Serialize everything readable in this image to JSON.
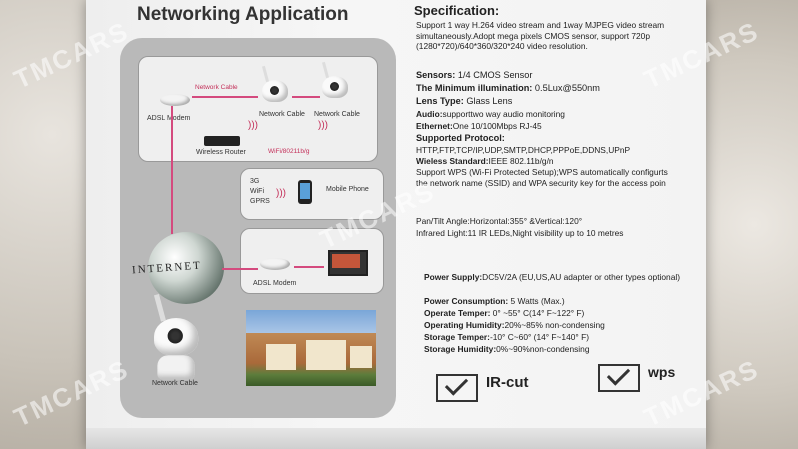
{
  "left": {
    "title": "Networking Application",
    "labels": {
      "network_cable_top": "Network Cable",
      "adsl_modem_top": "ADSL Modem",
      "network_cable_cam1": "Network Cable",
      "network_cable_cam2": "Network Cable",
      "wireless_router": "Wireless Router",
      "wifi": "WiFi/80211b/g",
      "g3": "3G",
      "wifi2": "WiFi",
      "gprs": "GPRS",
      "mobile_phone": "Mobile Phone",
      "internet": "INTERNET",
      "adsl_modem_bottom": "ADSL Modem",
      "network_cable_bottom": "Network Cable"
    }
  },
  "spec": {
    "title": "Specification:",
    "intro": "Support  1 way  H.264 video stream and 1way MJPEG video stream simultaneously.Adopt mega pixels CMOS sensor, support 720p (1280*720)/640*360/320*240 video resolution.",
    "sensors_label": "Sensors:",
    "sensors_value": " 1/4 CMOS Sensor",
    "illum_label": "The Minimum illumination:",
    "illum_value": " 0.5Lux@550nm",
    "lens_label": "Lens Type:",
    "lens_value": " Glass Lens",
    "audio_label": "Audio:",
    "audio_value": "supporttwo way audio monitoring",
    "ethernet_label": "Ethernet:",
    "ethernet_value": "One 10/100Mbps RJ-45",
    "protocol_label": "Supported Protocol:",
    "protocol_value": "HTTP,FTP,TCP/IP,UDP,SMTP,DHCP,PPPoE,DDNS,UPnP",
    "wireless_label": "Wieless Standard:",
    "wireless_value": "IEEE 802.11b/g/n",
    "wps": "Support WPS (Wi-Fi Protected Setup);WPS automatically configurts the network name (SSID) and WPA security key for the access poin",
    "pantilt": "Pan/Tilt Angle:Horizontal:355°  &Vertical:120°",
    "infrared": "Infrared Light:11 IR LEDs,Night visibility up to 10 metres",
    "power_supply_label": "Power Supply:",
    "power_supply_value": "DC5V/2A (EU,US,AU adapter or other types optional)",
    "power_consumption_label": "Power Consumption:",
    "power_consumption_value": " 5  Watts (Max.)",
    "operate_temp_label": "Operate Temper:",
    "operate_temp_value": " 0° ~55°  C(14°  F~122°  F)",
    "operating_humidity_label": "Operating Humidity:",
    "operating_humidity_value": "20%~85% non-condensing",
    "storage_temp_label": "Storage Temper:",
    "storage_temp_value": "-10° C~60°  (14°  F~140°  F)",
    "storage_humidity_label": "Storage Humidity:",
    "storage_humidity_value": "0%~90%non-condensing"
  },
  "features": {
    "ircut": "IR-cut",
    "wps": "wps"
  },
  "watermark": "TMCARS",
  "colors": {
    "accent_pink": "#d44a7e",
    "panel_grey": "#b9b9b9"
  }
}
